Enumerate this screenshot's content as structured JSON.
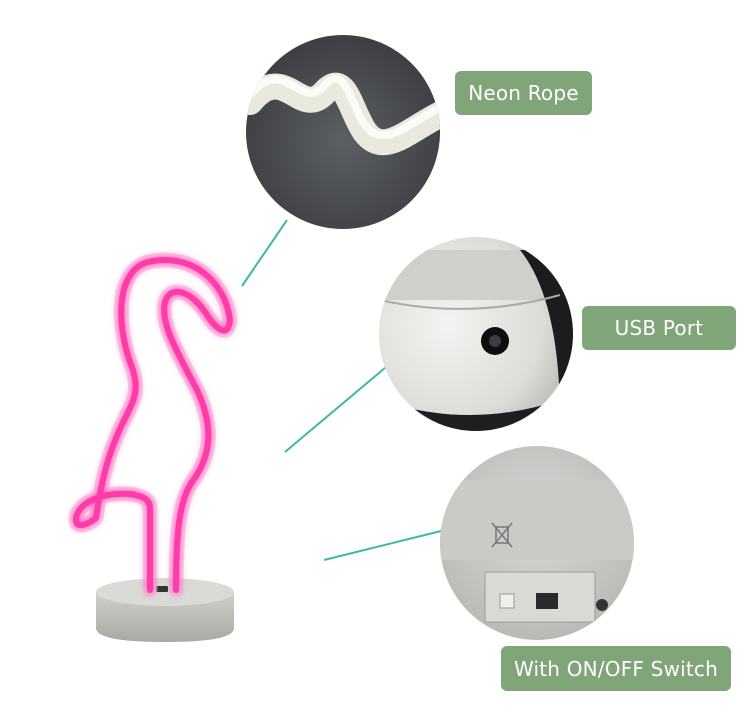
{
  "callouts": {
    "neon_rope": "Neon Rope",
    "usb_port": "USB Port",
    "on_off_switch": "With ON/OFF Switch"
  },
  "colors": {
    "label_bg": "#7fa579",
    "connector_line": "#3fb99b",
    "neon_pink": "#ff3aa9"
  },
  "icons": {
    "weee": "crossed-out-bin-icon"
  }
}
